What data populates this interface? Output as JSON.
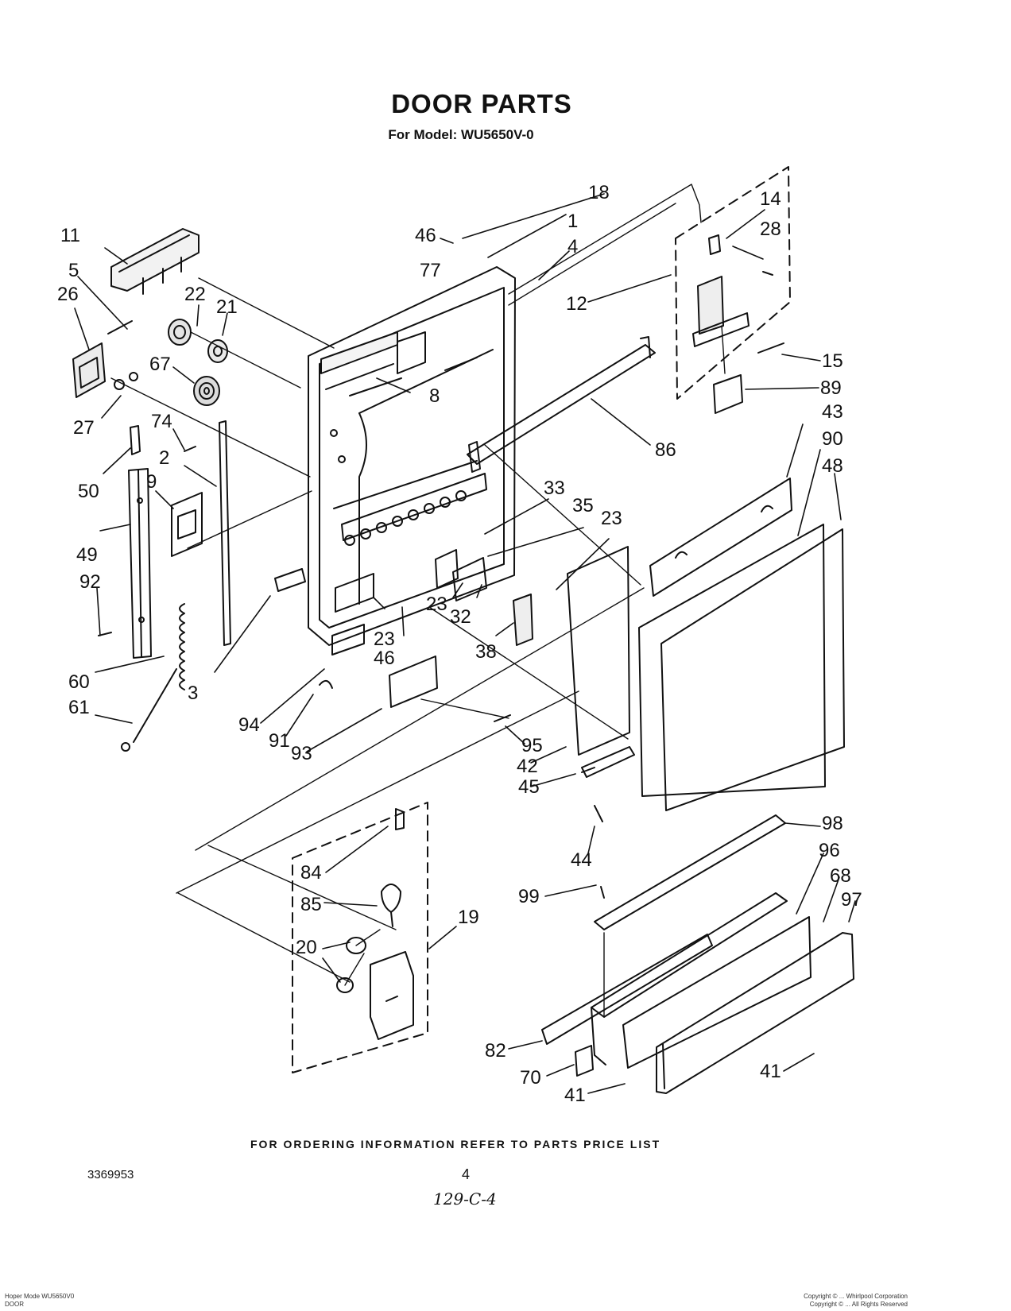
{
  "header": {
    "title": "DOOR PARTS",
    "subtitle": "For Model: WU5650V-0"
  },
  "callouts": {
    "c1": "1",
    "c2": "2",
    "c3": "3",
    "c4": "4",
    "c5": "5",
    "c8": "8",
    "c9": "9",
    "c11": "11",
    "c12": "12",
    "c14": "14",
    "c15": "15",
    "c18": "18",
    "c19": "19",
    "c20": "20",
    "c21": "21",
    "c22": "22",
    "c23a": "23",
    "c23b": "23",
    "c23c": "23",
    "c26": "26",
    "c27": "27",
    "c28": "28",
    "c32": "32",
    "c33": "33",
    "c35": "35",
    "c38": "38",
    "c41a": "41",
    "c41b": "41",
    "c42": "42",
    "c43": "43",
    "c44": "44",
    "c45": "45",
    "c46a": "46",
    "c46b": "46",
    "c48": "48",
    "c49": "49",
    "c50": "50",
    "c60": "60",
    "c61": "61",
    "c67": "67",
    "c68": "68",
    "c70": "70",
    "c74": "74",
    "c77": "77",
    "c82": "82",
    "c84": "84",
    "c85": "85",
    "c86": "86",
    "c89": "89",
    "c90": "90",
    "c91": "91",
    "c92": "92",
    "c93": "93",
    "c94": "94",
    "c95": "95",
    "c96": "96",
    "c97": "97",
    "c98": "98",
    "c99": "99"
  },
  "footer": {
    "ordering_note": "FOR ORDERING INFORMATION REFER TO PARTS PRICE LIST",
    "document_number": "3369953",
    "page_number": "4",
    "handwritten_code": "129-C-4",
    "model_line": "Hoper Mode WU5650V0",
    "section": "DOOR",
    "copyright_1": "Copyright © ... Whirlpool Corporation",
    "copyright_2": "Copyright © ... All Rights Reserved"
  }
}
